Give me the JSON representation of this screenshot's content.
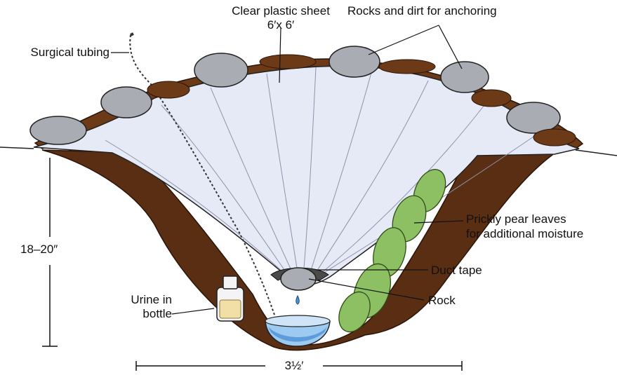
{
  "labels": {
    "surgical_tubing": "Surgical tubing",
    "sheet_line1": "Clear plastic sheet",
    "sheet_line2": "6′x 6′",
    "rocks_dirt": "Rocks and dirt for anchoring",
    "prickly_line1": "Prickly pear leaves",
    "prickly_line2": "for additional moisture",
    "depth": "18–20″",
    "duct_tape": "Duct tape",
    "urine_line1": "Urine in",
    "urine_line2": "bottle",
    "rock": "Rock",
    "width": "3½′"
  },
  "colors": {
    "soil": "#5a2e12",
    "soil_light": "#7a4420",
    "plastic": "#e6e9f6",
    "rock": "#a9acb2",
    "cactus": "#8cc063",
    "water": "#4f8fd6",
    "urine": "#f2dfa8"
  }
}
